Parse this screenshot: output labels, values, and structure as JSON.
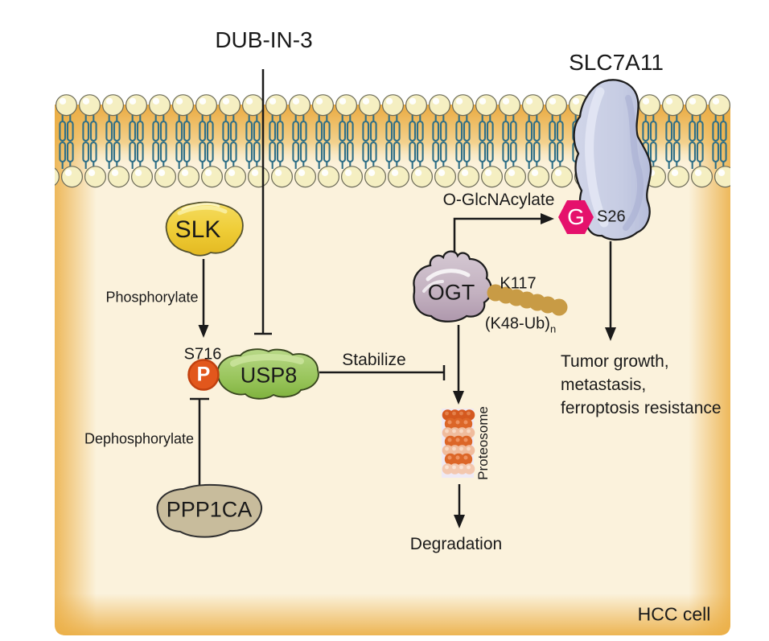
{
  "labels": {
    "compound": "DUB-IN-3",
    "slc7a11": "SLC7A11",
    "oglcnacylate": "O-GlcNAcylate",
    "glyco_letter": "G",
    "s26": "S26",
    "k117": "K117",
    "ub_chain": "(K48-Ub)",
    "ub_chain_sub": "n",
    "ogt": "OGT",
    "slk": "SLK",
    "phosphorylate": "Phosphorylate",
    "s716": "S716",
    "phospho_letter": "P",
    "usp8": "USP8",
    "stabilize": "Stabilize",
    "dephosphorylate": "Dephosphorylate",
    "ppp1ca": "PPP1CA",
    "proteasome": "Proteosome",
    "degradation": "Degradation",
    "outcomes": [
      "Tumor growth,",
      "metastasis,",
      "ferroptosis resistance"
    ],
    "cell": "HCC cell"
  },
  "colors": {
    "membrane_head": "#F5EFC2",
    "lipid_tail": "#2F6F87",
    "cell_interior": "#FBF2DC",
    "vignette": "#EBAE44",
    "slk": "#F0CF3A",
    "usp8": "#8FBE4C",
    "ppp1ca": "#C8BC9C",
    "ogt": "#C7B7C3",
    "slc7a11": "#C9CEE4",
    "phospho": "#E2571C",
    "glyco_hex": "#E5116C",
    "ub_bead": "#C89B45",
    "proteasome_orange": "#DC6628",
    "proteasome_pink": "#F0BC9D",
    "line": "#1a1a1a"
  }
}
